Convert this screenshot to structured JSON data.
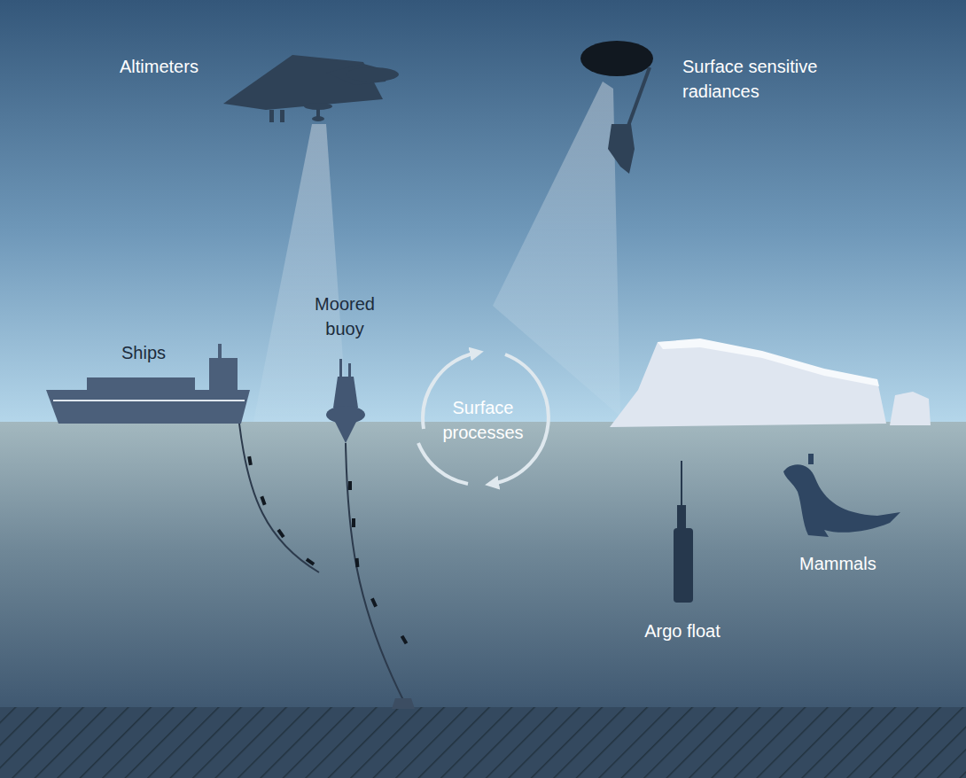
{
  "diagram": {
    "labels": [
      "Altimeters",
      "Surface sensitive radiances",
      "Moored buoy",
      "Ships",
      "Surface processes",
      "Mammals",
      "Argo float"
    ]
  }
}
